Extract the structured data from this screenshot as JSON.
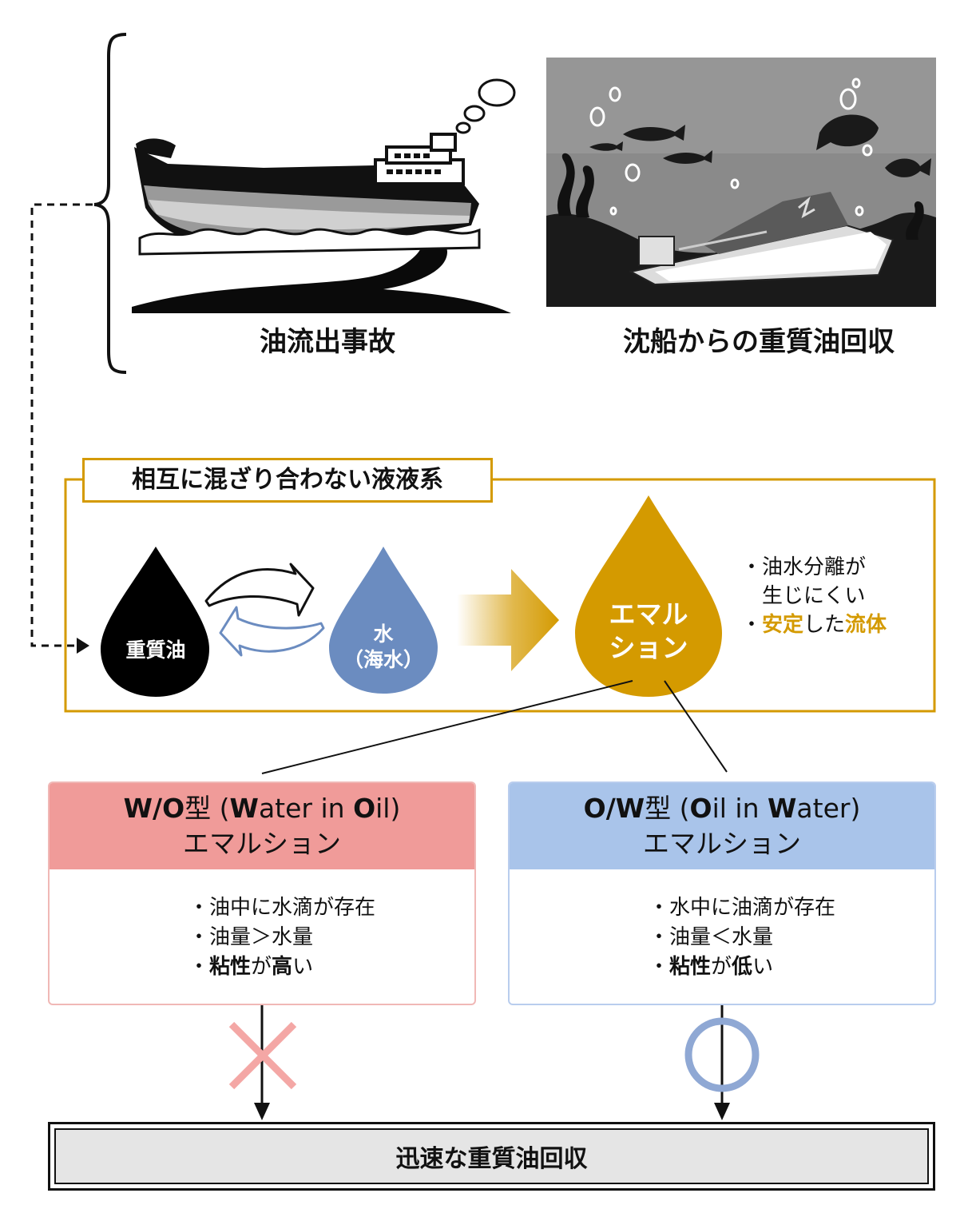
{
  "scenes": {
    "oil_spill_caption": "油流出事故",
    "sunken_ship_caption": "沈船からの重質油回収"
  },
  "system": {
    "label": "相互に混ざり合わない液液系",
    "heavy_oil": "重質油",
    "water_line1": "水",
    "water_line2": "（海水）",
    "emulsion_line1": "エマル",
    "emulsion_line2": "ション",
    "notes": {
      "n1_line1": "・油水分離が",
      "n1_line2": "　生じにくい",
      "n2_bullet": "・",
      "n2_accent1": "安定",
      "n2_mid": "した",
      "n2_accent2": "流体"
    }
  },
  "wo": {
    "head_bold_a": "W/O",
    "head_plain_a": "型 (",
    "head_bold_b": "W",
    "head_plain_b": "ater in ",
    "head_bold_c": "O",
    "head_plain_c": "il)",
    "head_line2": "エマルション",
    "item1": "・油中に水滴が存在",
    "item2": "・油量＞水量",
    "item3_bullet": "・",
    "item3_bold": "粘性",
    "item3_mid": "が",
    "item3_bold2": "高",
    "item3_end": "い"
  },
  "ow": {
    "head_bold_a": "O/W",
    "head_plain_a": "型 (",
    "head_bold_b": "O",
    "head_plain_b": "il in ",
    "head_bold_c": "W",
    "head_plain_c": "ater)",
    "head_line2": "エマルション",
    "item1": "・水中に油滴が存在",
    "item2": "・油量＜水量",
    "item3_bullet": "・",
    "item3_bold": "粘性",
    "item3_mid": "が",
    "item3_bold2": "低",
    "item3_end": "い"
  },
  "result": "迅速な重質油回収",
  "colors": {
    "gold": "#d49a00",
    "water_blue": "#6b8cc0",
    "wo_header": "#f09b99",
    "wo_border": "#f0b8b6",
    "ow_header": "#a9c4ea",
    "ow_border": "#b9cdee",
    "cross": "#f4a7a5",
    "circle": "#8fa8d4"
  },
  "icons": [
    "oil-tanker-icon",
    "sunken-ship-scene",
    "cross-mark-icon",
    "circle-mark-icon"
  ]
}
